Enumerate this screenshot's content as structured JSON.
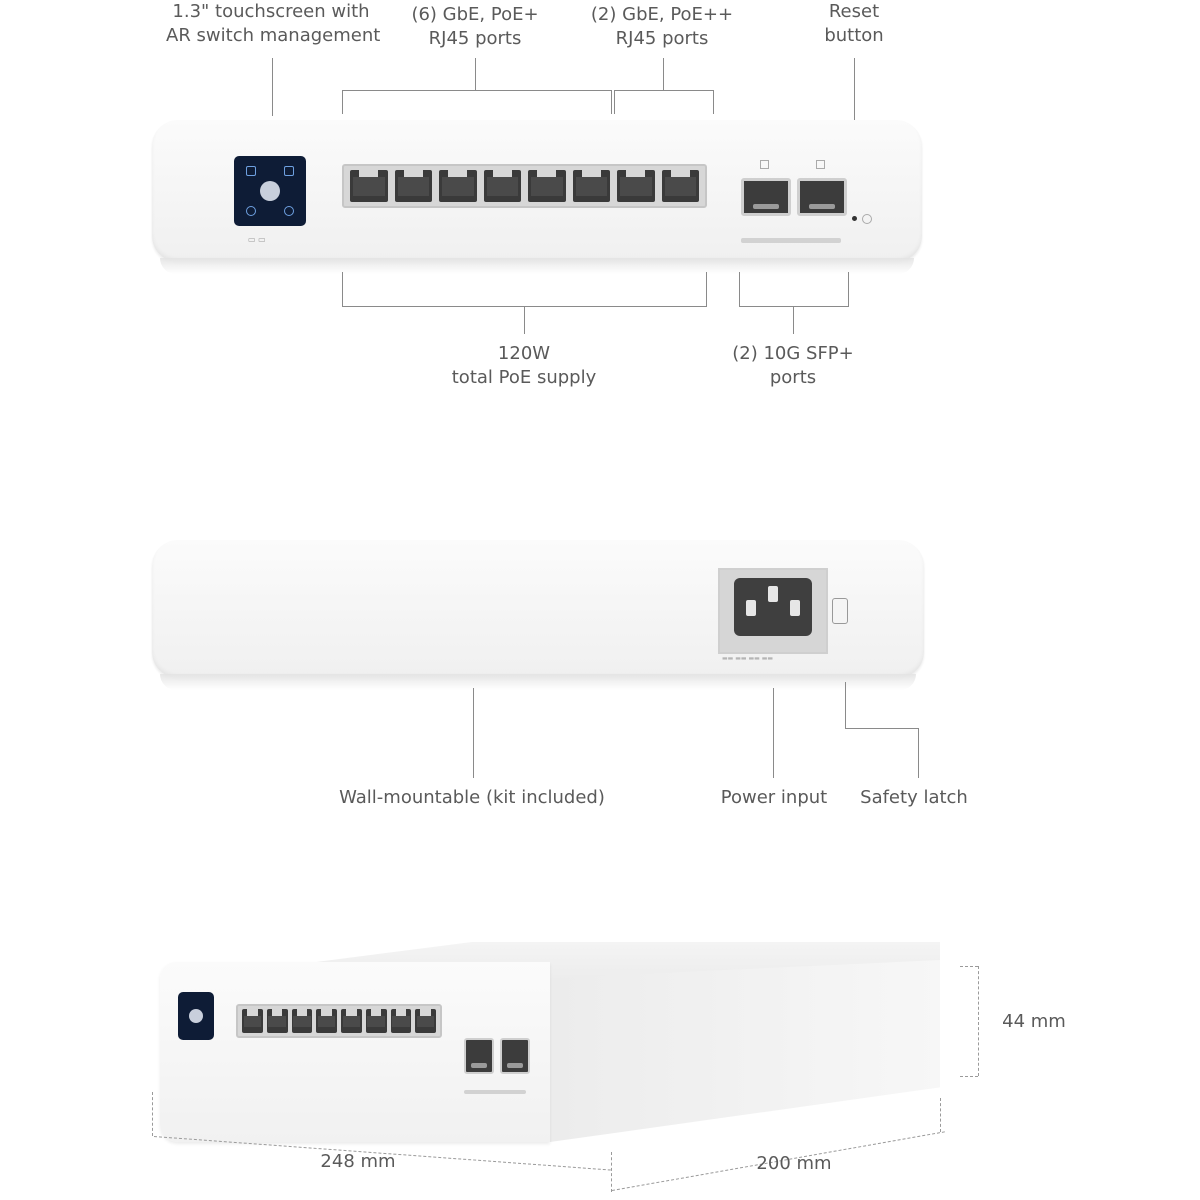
{
  "front_view": {
    "callouts": {
      "touchscreen_line1": "1.3\" touchscreen with",
      "touchscreen_line2": "AR switch management",
      "poe_plus_line1": "(6) GbE, PoE+",
      "poe_plus_line2": "RJ45 ports",
      "poe_plusplus_line1": "(2) GbE, PoE++",
      "poe_plusplus_line2": "RJ45 ports",
      "reset_line1": "Reset",
      "reset_line2": "button",
      "poe_supply_line1": "120W",
      "poe_supply_line2": "total PoE supply",
      "sfp_line1": "(2) 10G SFP+",
      "sfp_line2": "ports"
    },
    "rj45_port_count": 8,
    "sfp_port_count": 2
  },
  "rear_view": {
    "callouts": {
      "wall_mount": "Wall-mountable (kit included)",
      "power_input": "Power input",
      "safety_latch": "Safety latch"
    }
  },
  "dimensions": {
    "height": "44 mm",
    "width": "248 mm",
    "depth": "200 mm"
  },
  "colors": {
    "screen": "#0e1c36",
    "body": "#f4f4f4",
    "callout_text": "#5a5a5a"
  }
}
